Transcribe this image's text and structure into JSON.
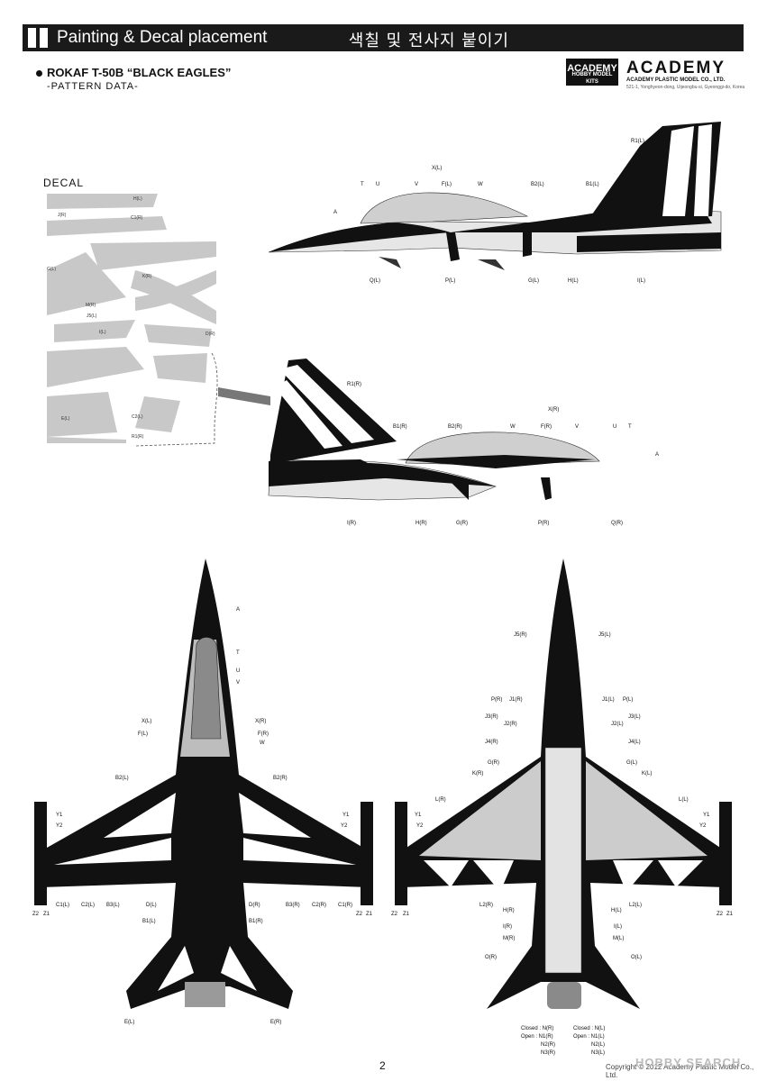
{
  "header": {
    "title_en": "Painting & Decal placement",
    "title_kr": "색칠 및 전사지 붙이기"
  },
  "subtitle": "ROKAF T-50B “BLACK EAGLES”",
  "pattern_note": "-PATTERN DATA-",
  "decal_label": "DECAL",
  "logo": {
    "box": "ACADEMY",
    "box_sub": "HOBBY MODEL KITS",
    "big": "ACADEMY",
    "company": "ACADEMY PLASTIC MODEL CO., LTD.",
    "address": "521-1, Yonghyeon-dong, Uijeongbu-si, Gyeonggi-do, Korea"
  },
  "page_number": "2",
  "copyright": "Copyright © 2012 Academy Plastic Model Co., Ltd.",
  "watermark": "HOBBY SEARCH",
  "side_left_labels": {
    "R1L": "R1(L)",
    "XL": "X(L)",
    "T": "T",
    "U": "U",
    "V": "V",
    "FL": "F(L)",
    "W": "W",
    "B2L": "B2(L)",
    "B1L": "B1(L)",
    "A": "A",
    "QL": "Q(L)",
    "PL": "P(L)",
    "GL": "G(L)",
    "HL": "H(L)",
    "IL": "I(L)"
  },
  "side_right_labels": {
    "R1R": "R1(R)",
    "XR": "X(R)",
    "B1R": "B1(R)",
    "B2R": "B2(R)",
    "W": "W",
    "FR": "F(R)",
    "V": "V",
    "U": "U",
    "T": "T",
    "A": "A",
    "IR": "I(R)",
    "HR": "H(R)",
    "GR": "G(R)",
    "PR": "P(R)",
    "QR": "Q(R)"
  },
  "top_labels": {
    "A": "A",
    "T": "T",
    "U": "U",
    "V": "V",
    "XL": "X(L)",
    "XR": "X(R)",
    "FL": "F(L)",
    "FR": "F(R)",
    "W": "W",
    "B2L": "B2(L)",
    "B2R": "B2(R)",
    "Y1a": "Y1",
    "Y2a": "Y2",
    "Y1b": "Y1",
    "Y2b": "Y2",
    "C1L": "C1(L)",
    "C2L": "C2(L)",
    "B3L": "B3(L)",
    "DL": "D(L)",
    "DR": "D(R)",
    "B3R": "B3(R)",
    "C2R": "C2(R)",
    "C1R": "C1(R)",
    "Z2a": "Z2",
    "Z1a": "Z1",
    "Z2b": "Z2",
    "Z1b": "Z1",
    "B1L": "B1(L)",
    "B1R": "B1(R)",
    "EL": "E(L)",
    "ER": "E(R)"
  },
  "bottom_labels": {
    "J5R": "J5(R)",
    "J5L": "J5(L)",
    "PR": "P(R)",
    "J1R": "J1(R)",
    "J1L": "J1(L)",
    "PL": "P(L)",
    "J3R": "J3(R)",
    "J2R": "J2(R)",
    "J2L": "J2(L)",
    "J3L": "J3(L)",
    "J4R": "J4(R)",
    "J4L": "J4(L)",
    "GR": "G(R)",
    "GL": "G(L)",
    "KR": "K(R)",
    "KL": "K(L)",
    "LR": "L(R)",
    "LL": "L(L)",
    "Y1a": "Y1",
    "Y2a": "Y2",
    "Y1b": "Y1",
    "Y2b": "Y2",
    "L2R": "L2(R)",
    "L2L": "L2(L)",
    "HR": "H(R)",
    "HL": "H(L)",
    "IR": "I(R)",
    "IL": "I(L)",
    "MR": "M(R)",
    "ML": "M(L)",
    "OR": "O(R)",
    "OL": "O(L)",
    "Z2a": "Z2",
    "Z1a": "Z1",
    "Z2b": "Z2",
    "Z1b": "Z1",
    "closedR": "Closed : N(R)",
    "openR": "Open : N1(R)",
    "n2R": "N2(R)",
    "n3R": "N3(R)",
    "closedL": "Closed : N(L)",
    "openL": "Open : N1(L)",
    "n2L": "N2(L)",
    "n3L": "N3(L)"
  },
  "decal_sheet_labels": {
    "h1": "H(L)",
    "c1": "C1(R)",
    "j": "J(R)",
    "g": "G(L)",
    "k": "K(R)",
    "m": "M(R)",
    "j5": "J5(L)",
    "i": "I(L)",
    "d": "D(R)",
    "e": "E(L)",
    "r1": "R1(R)",
    "c2": "C2(L)"
  }
}
